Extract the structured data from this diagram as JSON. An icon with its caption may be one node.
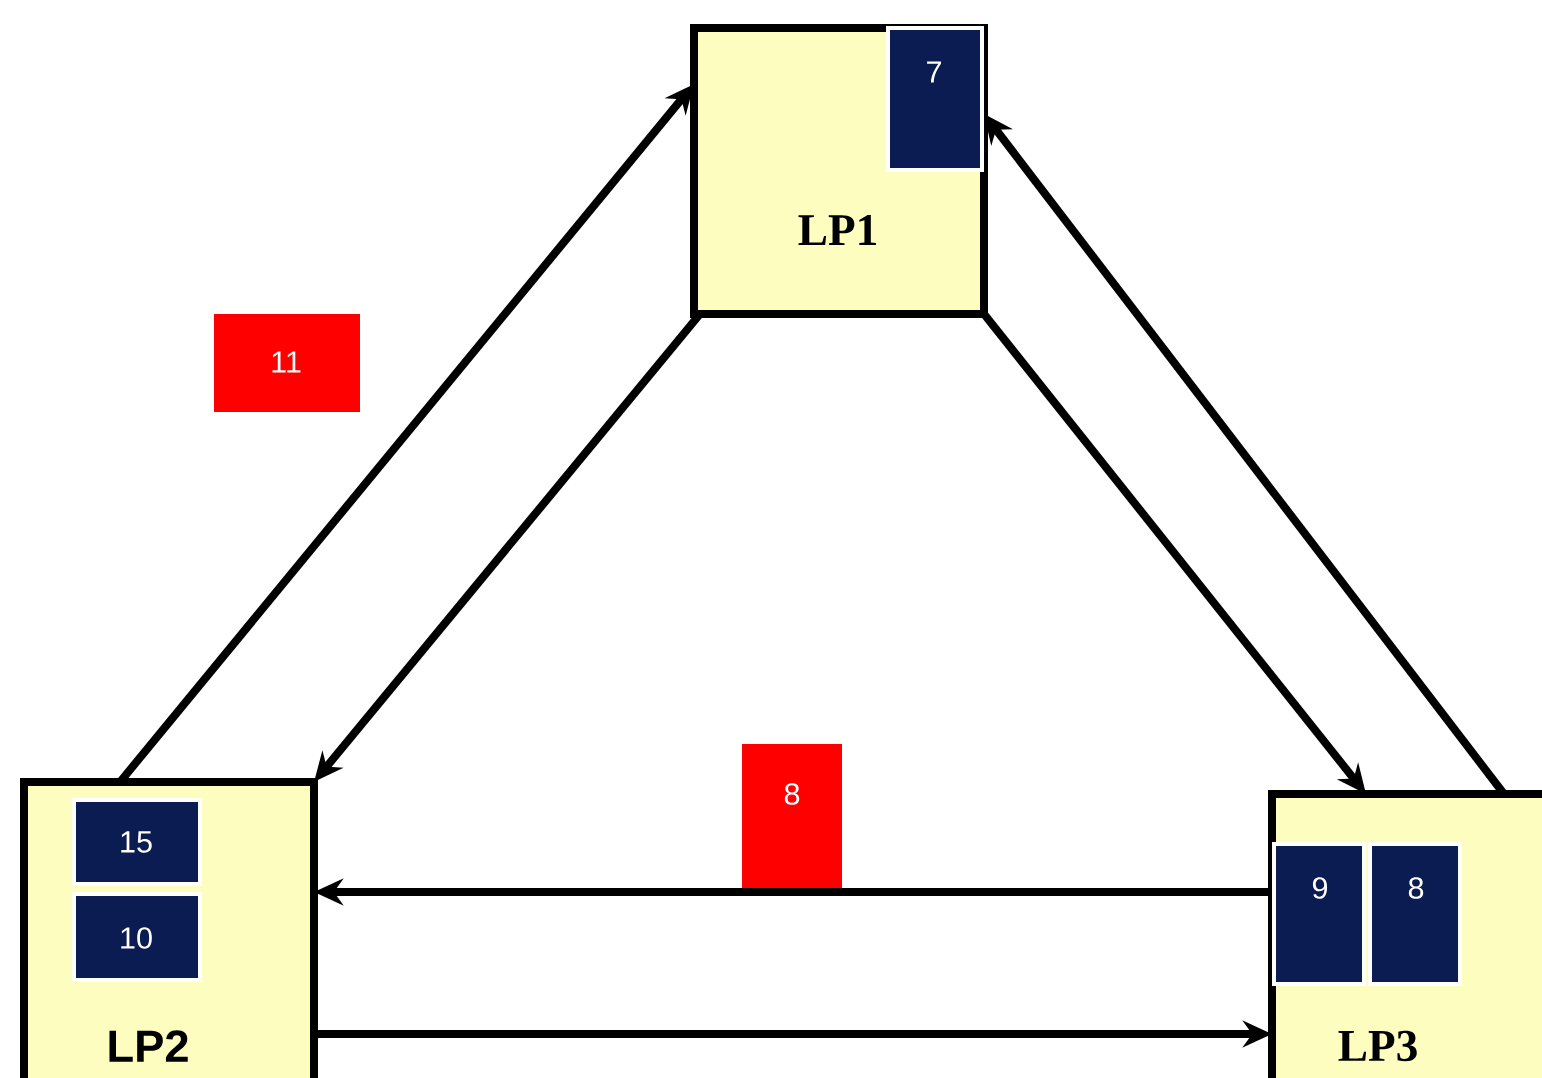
{
  "diagram": {
    "nodes": [
      {
        "text": [
          "LP1"
        ]
      },
      {
        "text": [
          "7"
        ],
        "in": 0
      },
      {
        "text": [
          "LP2"
        ]
      },
      {
        "text": [
          "15"
        ],
        "in": 2
      },
      {
        "text": [
          "10"
        ],
        "in": 2
      },
      {
        "text": [
          "LP3"
        ]
      },
      {
        "text": [
          "9"
        ],
        "in": 5
      },
      {
        "text": [
          "8"
        ],
        "in": 5
      },
      {
        "text": [
          "11"
        ]
      },
      {
        "text": [
          "8"
        ]
      }
    ],
    "edges": [
      {
        "from": 2,
        "to": 0,
        "arrow": "to"
      },
      {
        "from": 0,
        "to": 2,
        "arrow": "to"
      },
      {
        "from": 0,
        "to": 5,
        "arrow": "to"
      },
      {
        "from": 5,
        "to": 0,
        "arrow": "to"
      },
      {
        "from": 5,
        "to": 2,
        "arrow": "to"
      },
      {
        "from": 2,
        "to": 5,
        "arrow": "to"
      }
    ]
  }
}
